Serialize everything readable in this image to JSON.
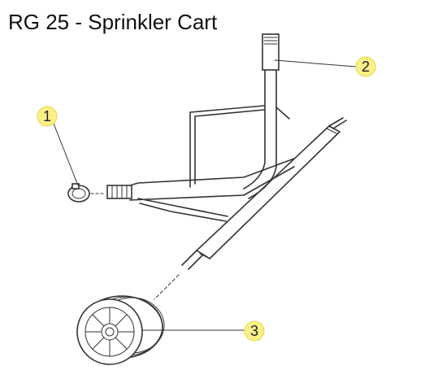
{
  "title": "RG 25 - Sprinkler Cart",
  "callouts": [
    {
      "label": "1",
      "part": "hose-clamp"
    },
    {
      "label": "2",
      "part": "riser-pipe"
    },
    {
      "label": "3",
      "part": "wheel"
    }
  ],
  "colors": {
    "callout_fill": "#fcf08a",
    "callout_stroke": "#e6d84a",
    "line": "#333333",
    "background": "#ffffff"
  }
}
